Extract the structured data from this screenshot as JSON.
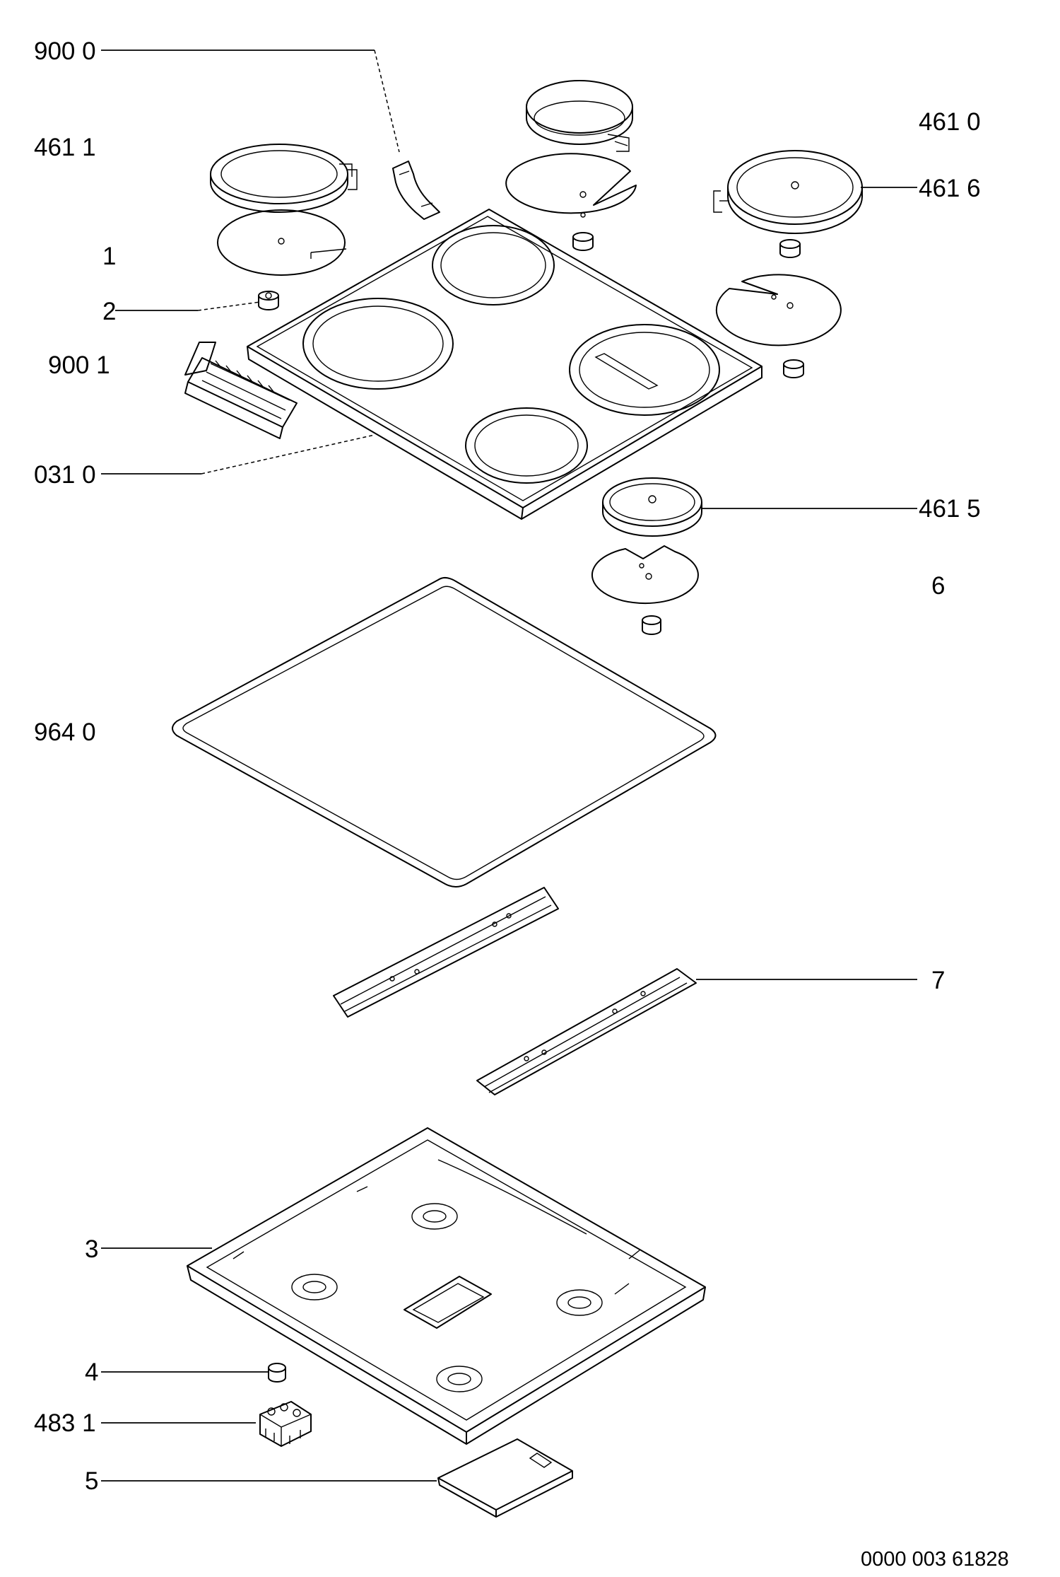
{
  "diagram": {
    "labels": {
      "l_9000": "900 0",
      "l_4611": "461 1",
      "l_1": "1",
      "l_2": "2",
      "l_9001": "900 1",
      "l_0310": "031 0",
      "l_4610": "461 0",
      "l_4616": "461 6",
      "l_4615": "461 5",
      "l_6": "6",
      "l_9640": "964 0",
      "l_7": "7",
      "l_3": "3",
      "l_4": "4",
      "l_4831": "483 1",
      "l_5": "5"
    },
    "document_number": "0000 003 61828"
  }
}
